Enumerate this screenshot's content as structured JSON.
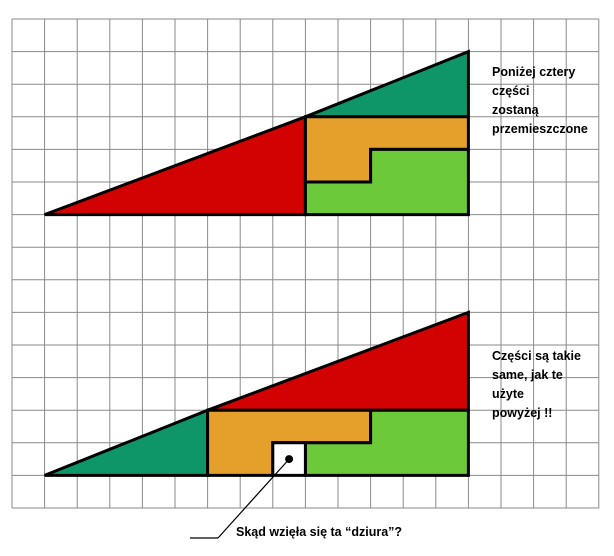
{
  "captions": {
    "top": [
      "Poniżej cztery",
      "części",
      "zostaną",
      "przemieszczone"
    ],
    "bottom": [
      "Części są takie",
      "same, jak te",
      "użyte",
      "powyżej !!"
    ],
    "question": "Skąd wzięła się ta “dziura”?"
  },
  "colors": {
    "teal": "#0e9669",
    "red": "#d30202",
    "orange": "#e4a02a",
    "green": "#6cc93a",
    "hole": "#ffffff",
    "grid": "#8a8a8a",
    "outline": "#000000"
  },
  "pieces": [
    {
      "name": "teal-triangle",
      "color": "teal"
    },
    {
      "name": "red-triangle",
      "color": "red"
    },
    {
      "name": "orange-l-piece",
      "color": "orange"
    },
    {
      "name": "green-l-piece",
      "color": "green"
    }
  ]
}
